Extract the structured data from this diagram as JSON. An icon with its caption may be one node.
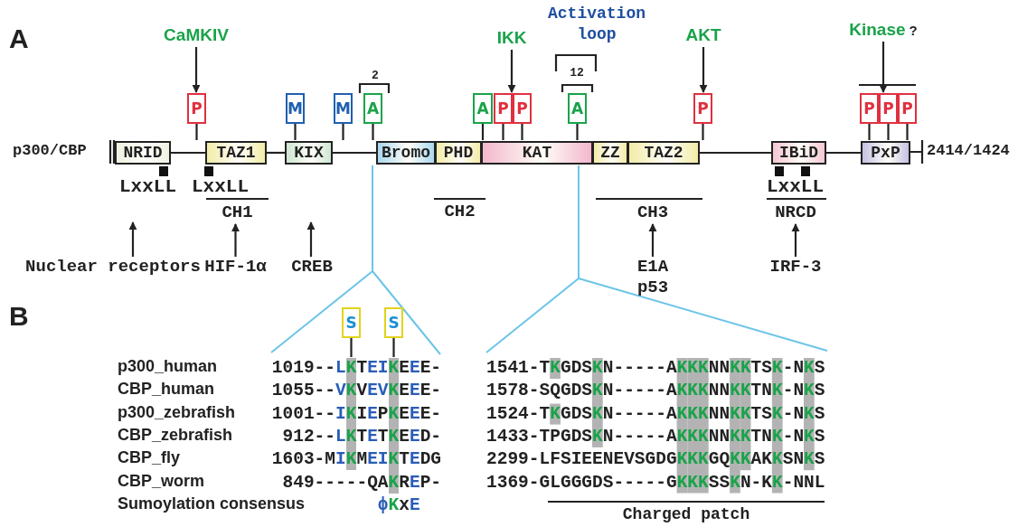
{
  "diagram": {
    "nodes": [
      {
        "text": [
          "CaMKIV"
        ]
      },
      {
        "text": [
          "IKK"
        ]
      },
      {
        "text": [
          "AKT"
        ]
      },
      {
        "text": [
          "Kinase",
          "?"
        ]
      },
      {
        "text": [
          "P"
        ]
      },
      {
        "text": [
          "M"
        ]
      },
      {
        "text": [
          "M"
        ]
      },
      {
        "text": [
          "A"
        ]
      },
      {
        "text": [
          "A"
        ]
      },
      {
        "text": [
          "P"
        ]
      },
      {
        "text": [
          "P"
        ]
      },
      {
        "text": [
          "A"
        ]
      },
      {
        "text": [
          "P"
        ]
      },
      {
        "text": [
          "P"
        ]
      },
      {
        "text": [
          "P"
        ]
      },
      {
        "text": [
          "P"
        ]
      },
      {
        "text": [
          "NRID"
        ]
      },
      {
        "text": [
          "TAZ1"
        ]
      },
      {
        "text": [
          "KIX"
        ]
      },
      {
        "text": [
          "Bromo"
        ]
      },
      {
        "text": [
          "PHD"
        ]
      },
      {
        "text": [
          "KAT"
        ]
      },
      {
        "text": [
          "ZZ"
        ]
      },
      {
        "text": [
          "TAZ2"
        ]
      },
      {
        "text": [
          "IBiD"
        ]
      },
      {
        "text": [
          "PxP"
        ]
      },
      {
        "text": [
          "Nuclear receptors"
        ]
      },
      {
        "text": [
          "HIF-1α"
        ]
      },
      {
        "text": [
          "CREB"
        ]
      },
      {
        "text": [
          "E1A p53"
        ]
      },
      {
        "text": [
          "IRF-3"
        ]
      },
      {
        "text": [
          "S"
        ]
      },
      {
        "text": [
          "S"
        ]
      },
      {
        "text": [
          "CH1"
        ]
      },
      {
        "text": [
          "CH3"
        ]
      },
      {
        "text": [
          "NRCD"
        ]
      },
      {
        "text": [],
        "shape": "bar"
      },
      {
        "text": [],
        "shape": "bar"
      }
    ],
    "edges": [
      {
        "from": 0,
        "to": 4,
        "arrow": "to"
      },
      {
        "from": 1,
        "to": 9,
        "arrow": "to"
      },
      {
        "from": 2,
        "to": 12,
        "arrow": "to"
      },
      {
        "from": 3,
        "to": 14,
        "arrow": "to"
      },
      {
        "from": 4,
        "to": 17,
        "arrow": "none"
      },
      {
        "from": 5,
        "to": 18,
        "arrow": "none"
      },
      {
        "from": 6,
        "to": 18,
        "arrow": "none"
      },
      {
        "from": 7,
        "to": 19,
        "arrow": "none"
      },
      {
        "from": 8,
        "to": 20,
        "arrow": "none"
      },
      {
        "from": 9,
        "to": 21,
        "arrow": "none"
      },
      {
        "from": 10,
        "to": 21,
        "arrow": "none"
      },
      {
        "from": 11,
        "to": 21,
        "arrow": "none"
      },
      {
        "from": 12,
        "to": 23,
        "arrow": "none"
      },
      {
        "from": 13,
        "to": 25,
        "arrow": "none"
      },
      {
        "from": 14,
        "to": 25,
        "arrow": "none"
      },
      {
        "from": 15,
        "to": 25,
        "arrow": "none"
      },
      {
        "from": 16,
        "to": 17,
        "arrow": "none"
      },
      {
        "from": 17,
        "to": 18,
        "arrow": "none"
      },
      {
        "from": 18,
        "to": 19,
        "arrow": "none"
      },
      {
        "from": 23,
        "to": 24,
        "arrow": "none"
      },
      {
        "from": 24,
        "to": 25,
        "arrow": "none"
      },
      {
        "from": 26,
        "to": null,
        "arrow": "to"
      },
      {
        "from": 27,
        "to": 33,
        "arrow": "to"
      },
      {
        "from": 28,
        "to": null,
        "arrow": "to"
      },
      {
        "from": 29,
        "to": 34,
        "arrow": "to"
      },
      {
        "from": 30,
        "to": 35,
        "arrow": "to"
      },
      {
        "from": 31,
        "to": 36,
        "arrow": "none"
      },
      {
        "from": 32,
        "to": 37,
        "arrow": "none"
      }
    ],
    "labels": [
      "A",
      "Activation loop",
      "2",
      "12",
      "p300/CBP",
      "2414/1424",
      "LxxLL",
      "LxxLL",
      "LxxLL",
      "CH2",
      "B",
      "p300_human",
      "1019--LKTEIKEEE-",
      "1541-TKGDSKN-----AKKKNNKKTSK-NKS",
      "CBP_human",
      "1055--VKVEVKEEE-",
      "1578-SQGDSKN-----AKKKNNKKTNK-NKS",
      "p300_zebrafish",
      "1001--IKIEPKEEE-",
      "1524-TKGDSKN-----AKKKNNKKTSK-NKS",
      "CBP_zebrafish",
      "912--LKTETKEED-",
      "1433-TPGDSKN-----AKKKNNKKTNK-NKS",
      "CBP_fly",
      "1603-MIKMEIKTEDG",
      "2299-LFSIEENEVSGDGKKKGQKKAKKSNKS",
      "CBP_worm",
      "849-----QAKREP-",
      "1369-GLGGGDS-----GKKKSSKN-KK-NNL",
      "Sumoylation consensus",
      "ϕKxE",
      "Charged patch"
    ]
  }
}
